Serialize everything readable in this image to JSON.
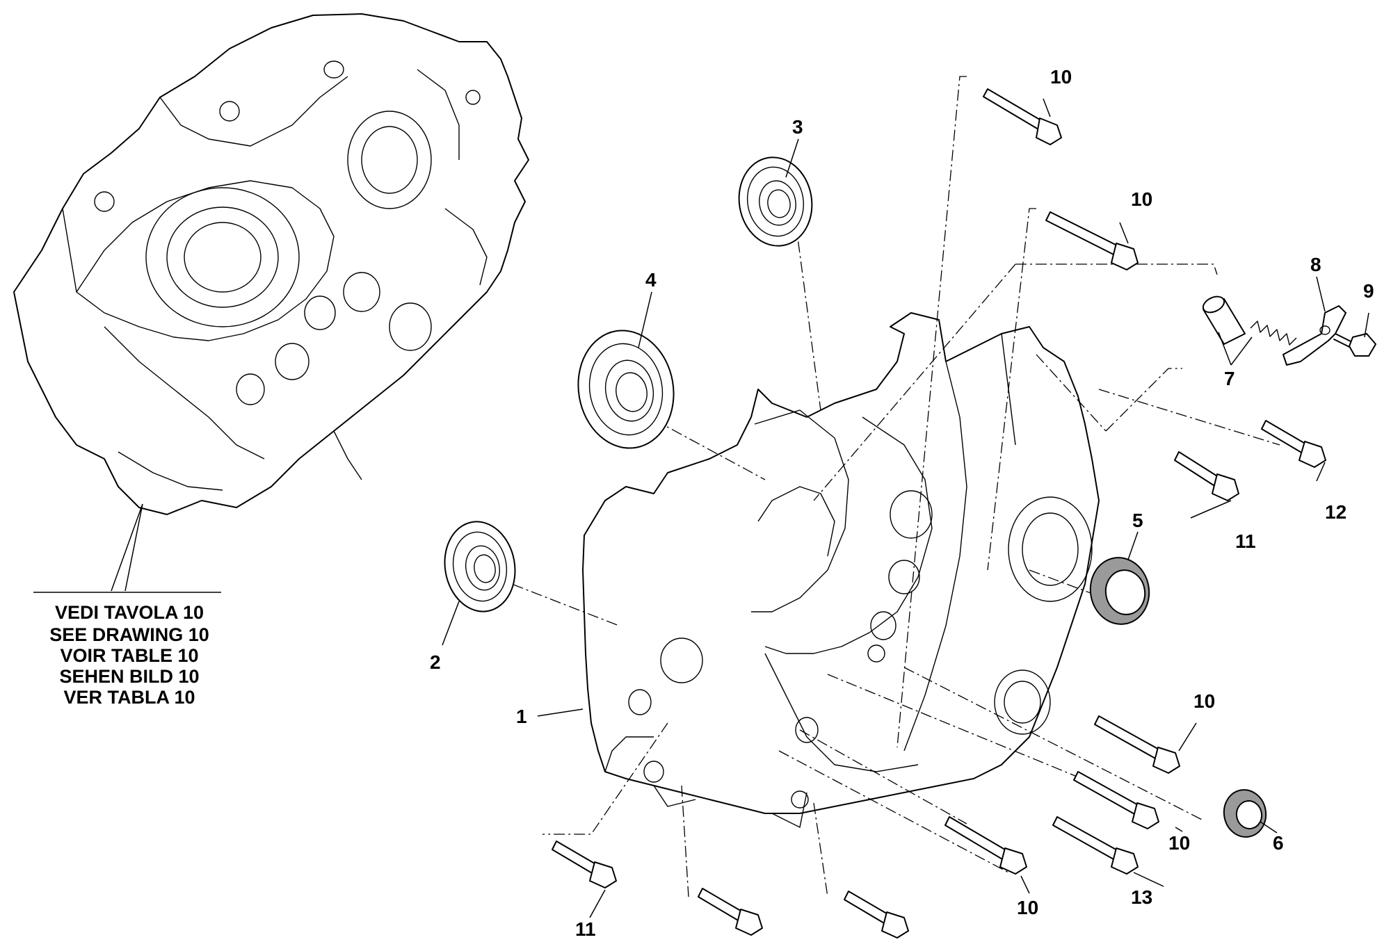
{
  "callouts": [
    {
      "id": "c1",
      "text": "1"
    },
    {
      "id": "c2",
      "text": "2"
    },
    {
      "id": "c3",
      "text": "3"
    },
    {
      "id": "c4",
      "text": "4"
    },
    {
      "id": "c5",
      "text": "5"
    },
    {
      "id": "c6",
      "text": "6"
    },
    {
      "id": "c7",
      "text": "7"
    },
    {
      "id": "c8",
      "text": "8"
    },
    {
      "id": "c9",
      "text": "9"
    },
    {
      "id": "c10a",
      "text": "10"
    },
    {
      "id": "c10b",
      "text": "10"
    },
    {
      "id": "c10c",
      "text": "10"
    },
    {
      "id": "c10d",
      "text": "10"
    },
    {
      "id": "c10e",
      "text": "10"
    },
    {
      "id": "c11a",
      "text": "11"
    },
    {
      "id": "c11b",
      "text": "11"
    },
    {
      "id": "c12",
      "text": "12"
    },
    {
      "id": "c13",
      "text": "13"
    }
  ],
  "reference_note": {
    "lines": [
      "VEDI TAVOLA 10",
      "SEE DRAWING 10",
      "VOIR TABLE 10",
      "SEHEN BILD 10",
      "VER TABLA 10"
    ]
  }
}
